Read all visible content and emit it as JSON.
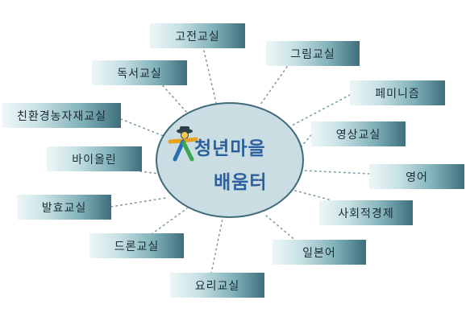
{
  "center": {
    "title_line1": "청년마을",
    "title_line2": "배움터"
  },
  "nodes": [
    {
      "id": "classic",
      "label": "고전교실"
    },
    {
      "id": "drawing",
      "label": "그림교실"
    },
    {
      "id": "reading",
      "label": "독서교실"
    },
    {
      "id": "feminism",
      "label": "페미니즘"
    },
    {
      "id": "eco",
      "label": "친환경농자재교실"
    },
    {
      "id": "video",
      "label": "영상교실"
    },
    {
      "id": "violin",
      "label": "바이올린"
    },
    {
      "id": "english",
      "label": "영어"
    },
    {
      "id": "speech",
      "label": "발효교실"
    },
    {
      "id": "social-economy",
      "label": "사회적경제"
    },
    {
      "id": "drone",
      "label": "드론교실"
    },
    {
      "id": "japanese",
      "label": "일본어"
    },
    {
      "id": "cooking",
      "label": "요리교실"
    }
  ],
  "colors": {
    "center_fill": "#c9dde2",
    "center_border": "#3e6b7a",
    "title_color": "#2b5f9e",
    "node_dark": "#3f6e7c",
    "node_light": "#eef6f7"
  },
  "icons": {
    "logo": "person-figure-logo-icon"
  }
}
